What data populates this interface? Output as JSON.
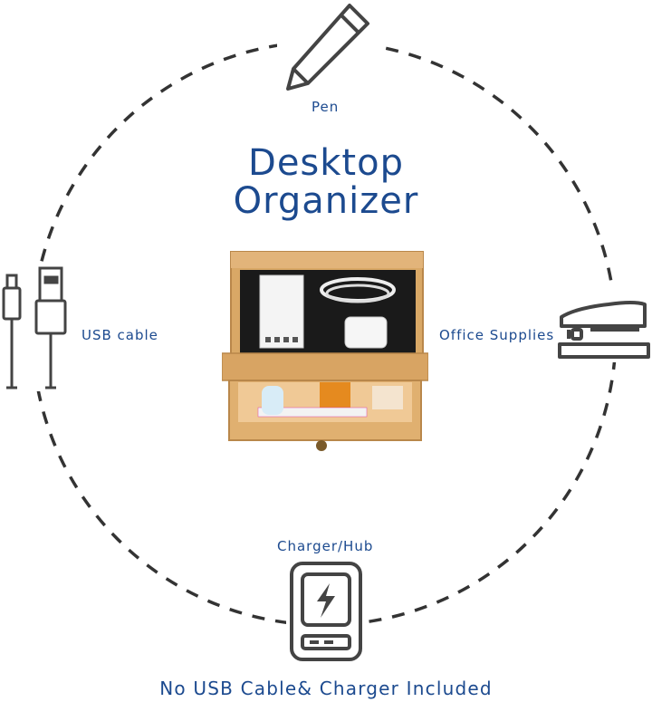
{
  "title": {
    "line1": "Desktop",
    "line2": "Organizer"
  },
  "labels": {
    "pen": "Pen",
    "usb": "USB cable",
    "office": "Office Supplies",
    "charger": "Charger/Hub"
  },
  "footer": "No USB Cable& Charger Included",
  "colors": {
    "accent": "#1c4a8f",
    "icon": "#444444",
    "dash": "#333333",
    "wood": "#d9a866"
  },
  "icons": [
    "pencil-icon",
    "usb-cable-icon",
    "stapler-icon",
    "power-bank-icon"
  ]
}
